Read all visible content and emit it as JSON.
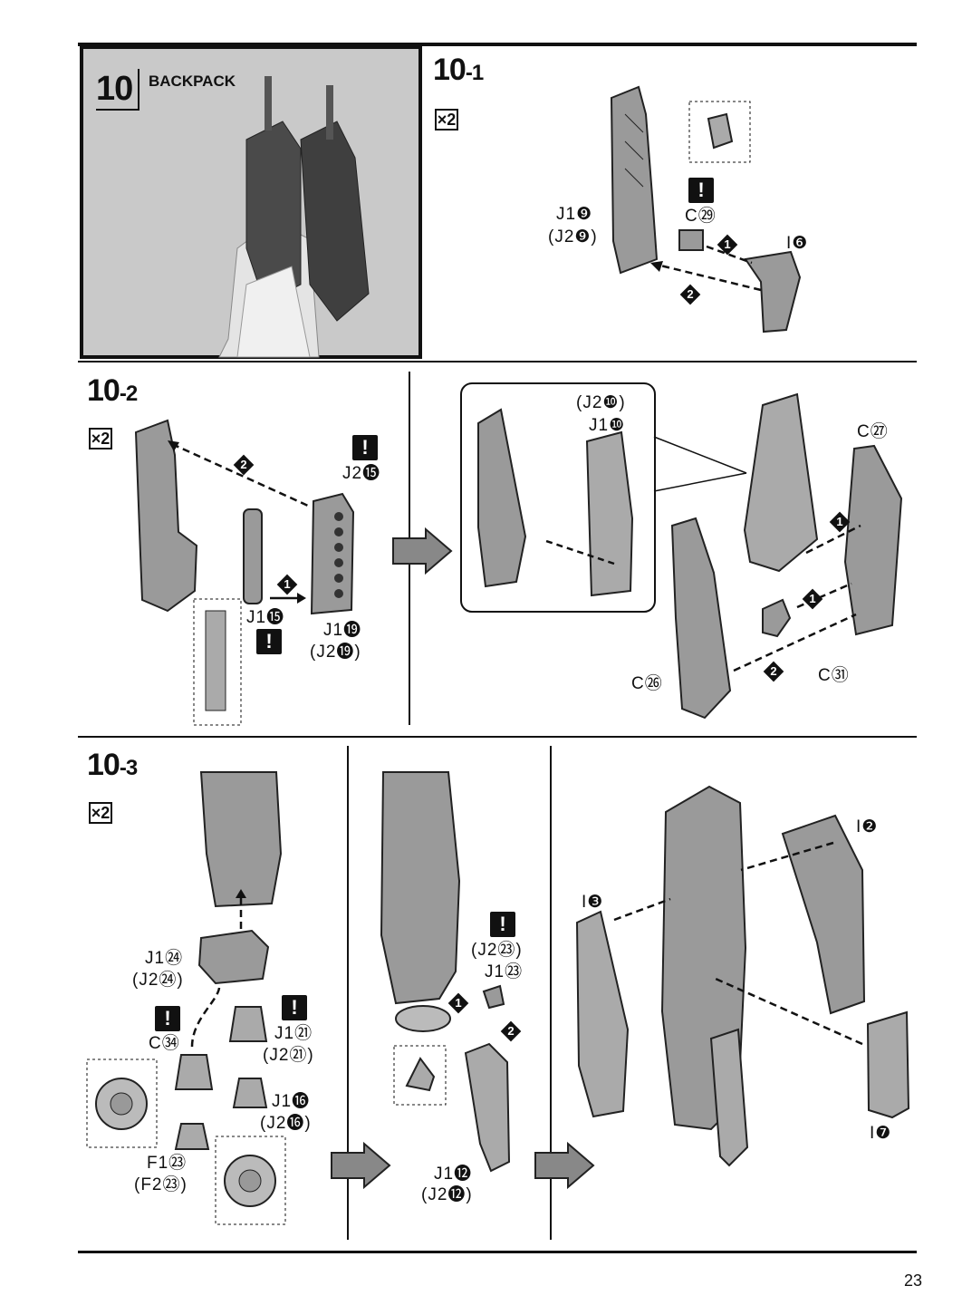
{
  "header": {
    "step_number": "10",
    "step_name": "BACKPACK"
  },
  "sections": {
    "s1": {
      "title_main": "10",
      "title_sub": "-1",
      "multiplier": "×2",
      "labels": {
        "j1_9": "J1❾",
        "j2_9": "(J2❾)",
        "c_29": "C㉙",
        "i_6": "I❻"
      },
      "orders": [
        "1",
        "2"
      ]
    },
    "s2": {
      "title_main": "10",
      "title_sub": "-2",
      "multiplier": "×2",
      "labels": {
        "j2_15": "J2⓯",
        "j1_15": "J1⓯",
        "j1_19": "J1⓳",
        "j2_19": "(J2⓳)",
        "j2_10": "(J2❿)",
        "j1_10": "J1❿",
        "c_27": "C㉗",
        "c_26": "C㉖",
        "c_31": "C㉛"
      },
      "orders": [
        "2",
        "1",
        "1",
        "1",
        "2"
      ]
    },
    "s3": {
      "title_main": "10",
      "title_sub": "-3",
      "multiplier": "×2",
      "labels": {
        "j1_24": "J1㉔",
        "j2_24": "(J2㉔)",
        "c_34": "C㉞",
        "j1_21": "J1㉑",
        "j2_21": "(J2㉑)",
        "j1_16": "J1⓰",
        "j2_16": "(J2⓰)",
        "f1_23": "F1㉓",
        "f2_23": "(F2㉓)",
        "j2_23": "(J2㉓)",
        "j1_23": "J1㉓",
        "j1_12": "J1⓬",
        "j2_12": "(J2⓬)",
        "i_2": "I❷",
        "i_3": "I❸",
        "i_7": "I❼"
      },
      "orders": [
        "1",
        "2"
      ]
    }
  },
  "warning_icon": "exclamation-icon",
  "colors": {
    "part": "#9a9a9a",
    "part_dark": "#555555",
    "hero_bg": "#c9c9c9",
    "ink": "#111111"
  },
  "page_number": "23"
}
